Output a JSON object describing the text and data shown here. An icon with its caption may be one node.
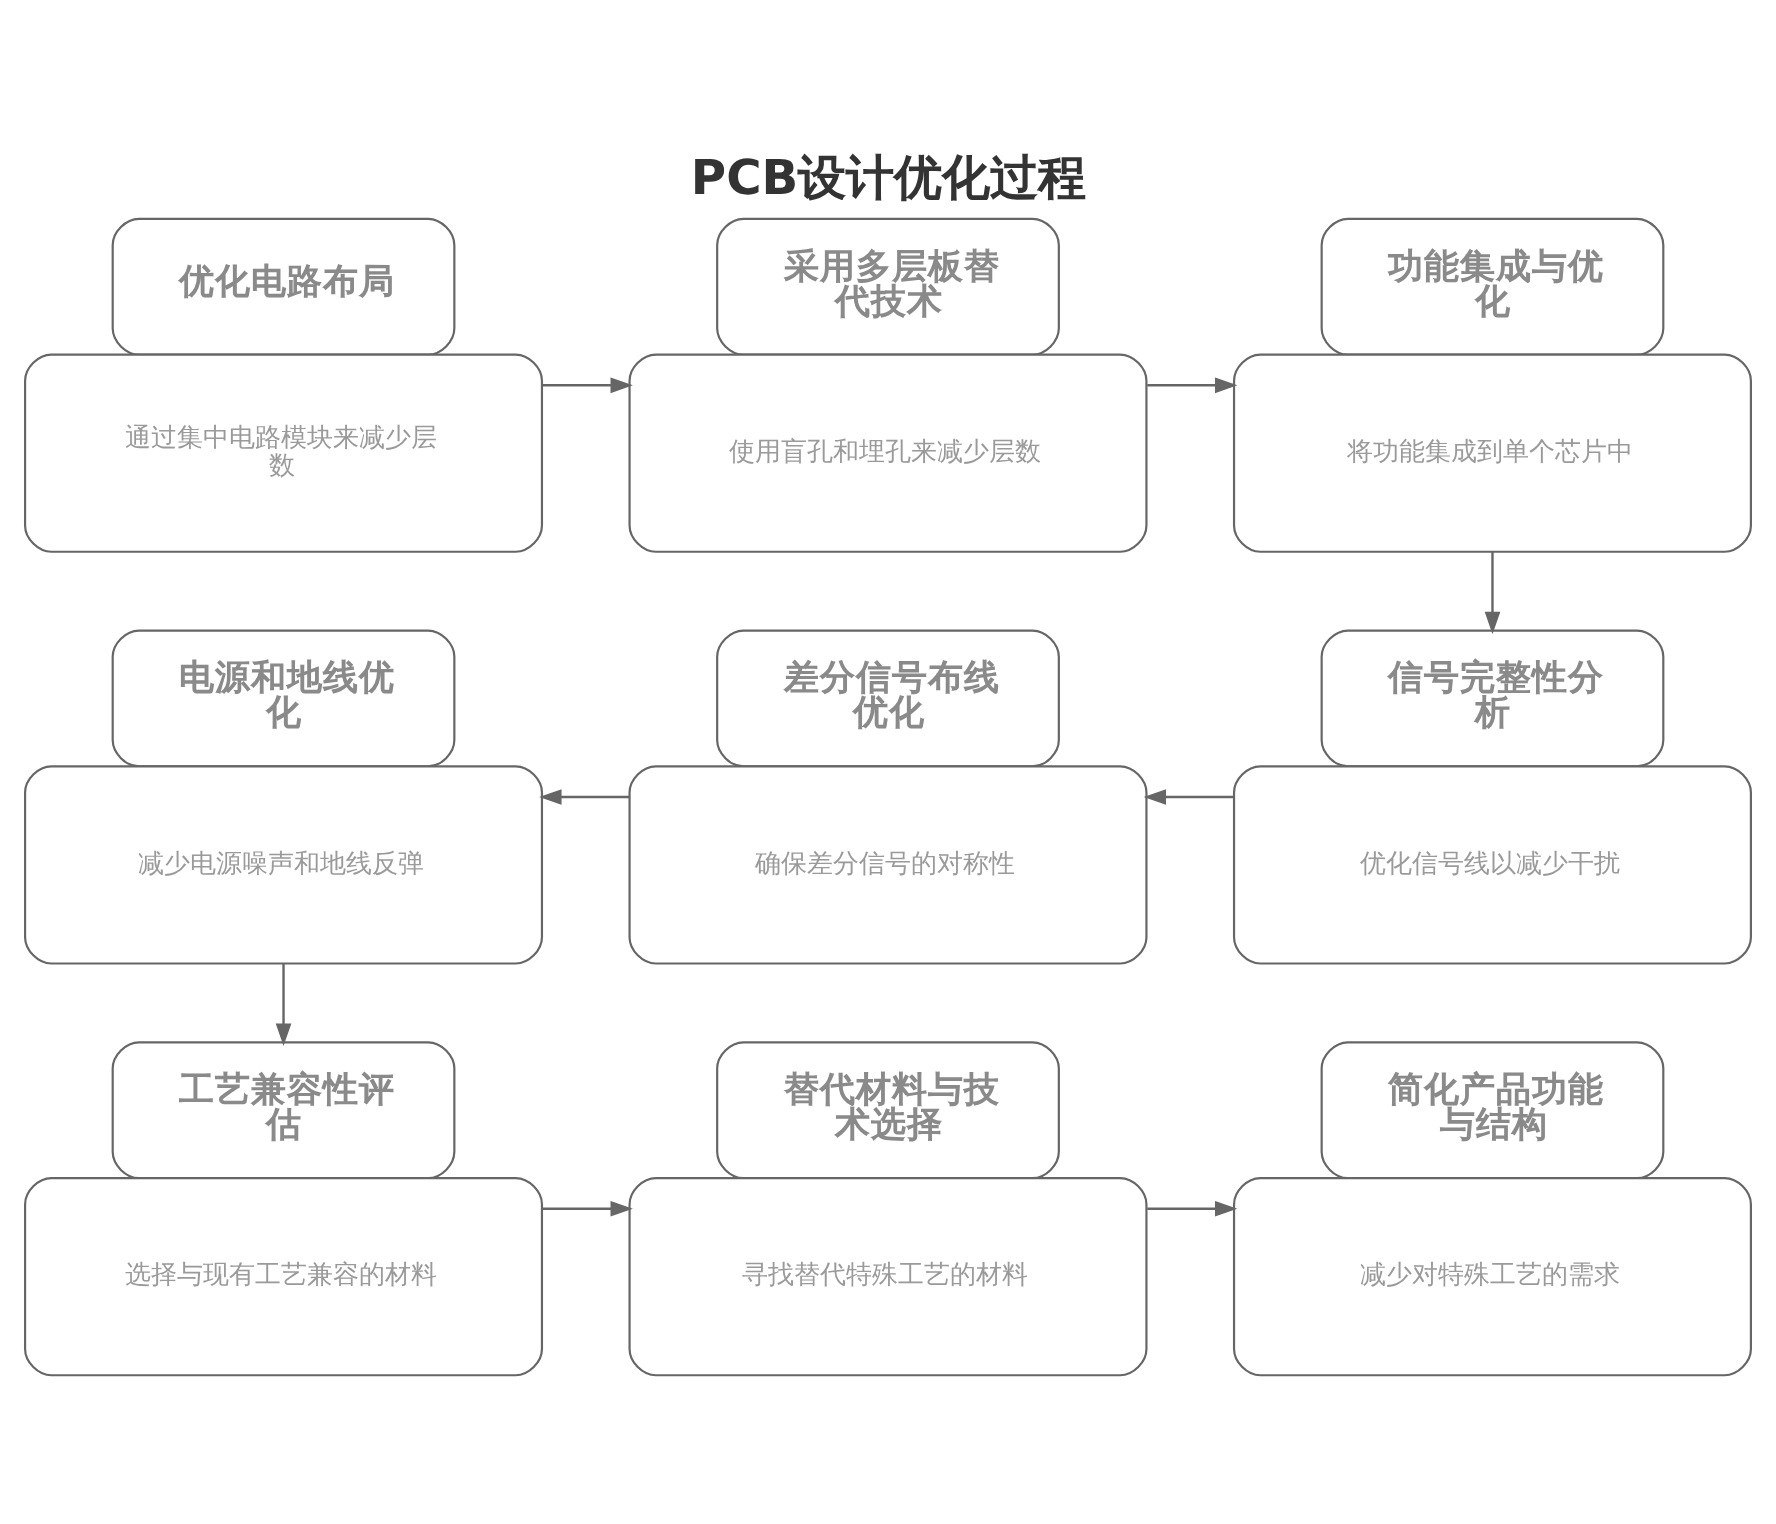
{
  "diagram": {
    "title": "PCB设计优化过程",
    "nodes": [
      {
        "text": [
          "优化电路布局",
          "通过集中电路模块来减少层数"
        ]
      },
      {
        "text": [
          "采用多层板替代技术",
          "使用盲孔和埋孔来减少层数"
        ]
      },
      {
        "text": [
          "功能集成与优化",
          "将功能集成到单个芯片中"
        ]
      },
      {
        "text": [
          "电源和地线优化",
          "减少电源噪声和地线反弹"
        ]
      },
      {
        "text": [
          "差分信号布线优化",
          "确保差分信号的对称性"
        ]
      },
      {
        "text": [
          "信号完整性分析",
          "优化信号线以减少干扰"
        ]
      },
      {
        "text": [
          "工艺兼容性评估",
          "选择与现有工艺兼容的材料"
        ]
      },
      {
        "text": [
          "替代材料与技术选择",
          "寻找替代特殊工艺的材料"
        ]
      },
      {
        "text": [
          "简化产品功能与结构",
          "减少对特殊工艺的需求"
        ]
      }
    ],
    "edges": [
      {
        "from": 0,
        "to": 1,
        "arrow": "to"
      },
      {
        "from": 1,
        "to": 2,
        "arrow": "to"
      },
      {
        "from": 2,
        "to": 5,
        "arrow": "to"
      },
      {
        "from": 5,
        "to": 4,
        "arrow": "to"
      },
      {
        "from": 4,
        "to": 3,
        "arrow": "to"
      },
      {
        "from": 3,
        "to": 6,
        "arrow": "to"
      },
      {
        "from": 6,
        "to": 7,
        "arrow": "to"
      },
      {
        "from": 7,
        "to": 8,
        "arrow": "to"
      }
    ]
  }
}
